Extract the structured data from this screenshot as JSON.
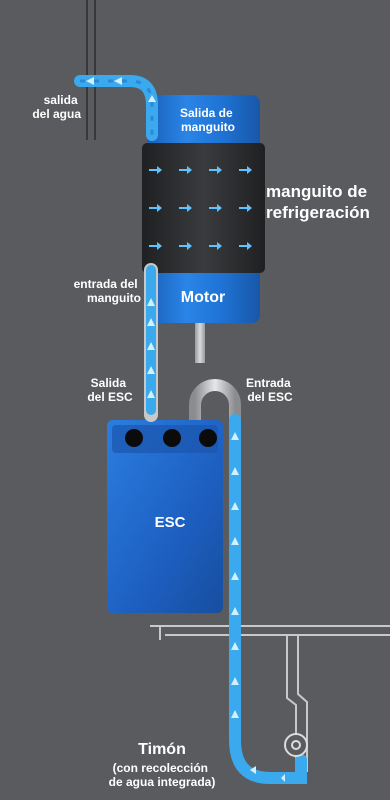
{
  "labels": {
    "water_outlet": [
      "salida",
      "del agua"
    ],
    "sleeve_outlet": [
      "Salida de",
      "manguito"
    ],
    "cooling_sleeve": [
      "manguito de",
      "refrigeración"
    ],
    "sleeve_inlet": [
      "entrada del",
      "manguito"
    ],
    "motor": "Motor",
    "esc_outlet": [
      "Salida",
      "del ESC"
    ],
    "esc_inlet": [
      "Entrada",
      "del ESC"
    ],
    "esc": "ESC",
    "rudder_title": "Timón",
    "rudder_sub": [
      "(con recolección",
      "de agua integrada)"
    ]
  },
  "colors": {
    "background": "#5a5b5e",
    "tube": "#3aa9ee",
    "tube_inner": "#1f74c8",
    "arrow": "#d4efff",
    "motor_blue": "#1e6fd0",
    "sleeve": "#2c2d2f",
    "esc_blue": "#1d5fc1",
    "frame": "#c8c8c8"
  },
  "icons": {
    "flow_arrow": "arrow-icon",
    "rudder_pivot": "pivot-icon"
  }
}
